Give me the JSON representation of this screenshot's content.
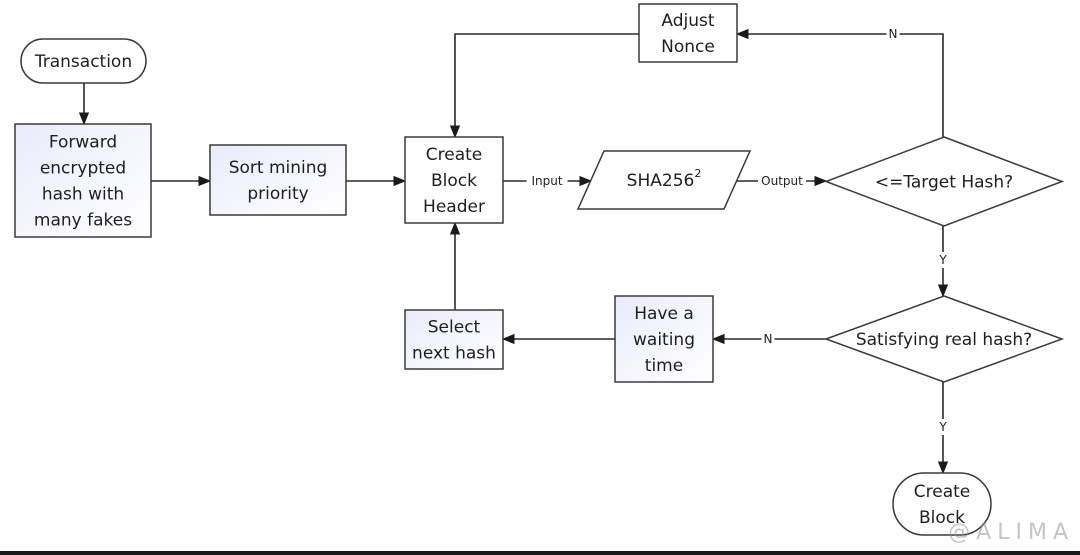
{
  "diagram": {
    "type": "flowchart",
    "colors": {
      "stroke": "#3a3a3a",
      "process_fill_top": "#eef0fb",
      "process_fill_bottom": "#ffffff",
      "plain_fill": "#ffffff",
      "text": "#1f1f1f"
    },
    "nodes": {
      "transaction": {
        "shape": "terminator",
        "lines": [
          "Transaction"
        ]
      },
      "forward": {
        "shape": "process",
        "lines": [
          "Forward",
          "encrypted",
          "hash with",
          "many fakes"
        ]
      },
      "sort": {
        "shape": "process",
        "lines": [
          "Sort mining",
          "priority"
        ]
      },
      "create_header": {
        "shape": "process-plain",
        "lines": [
          "Create",
          "Block",
          "Header"
        ]
      },
      "sha": {
        "shape": "data",
        "lines": [
          "SHA256"
        ],
        "superscript": "2"
      },
      "target": {
        "shape": "decision",
        "lines": [
          "<=Target Hash?"
        ]
      },
      "adjust": {
        "shape": "process-plain",
        "lines": [
          "Adjust",
          "Nonce"
        ]
      },
      "satisfy": {
        "shape": "decision",
        "lines": [
          "Satisfying real hash?"
        ]
      },
      "wait": {
        "shape": "process",
        "lines": [
          "Have a",
          "waiting",
          "time"
        ]
      },
      "select": {
        "shape": "process",
        "lines": [
          "Select",
          "next hash"
        ]
      },
      "create_block": {
        "shape": "terminator",
        "lines": [
          "Create",
          "Block"
        ]
      }
    },
    "edges": [
      {
        "from": "transaction",
        "to": "forward",
        "label": ""
      },
      {
        "from": "forward",
        "to": "sort",
        "label": ""
      },
      {
        "from": "sort",
        "to": "create_header",
        "label": ""
      },
      {
        "from": "create_header",
        "to": "sha",
        "label": "Input"
      },
      {
        "from": "sha",
        "to": "target",
        "label": "Output"
      },
      {
        "from": "target",
        "to": "adjust",
        "label": "N"
      },
      {
        "from": "adjust",
        "to": "create_header",
        "label": ""
      },
      {
        "from": "target",
        "to": "satisfy",
        "label": "Y"
      },
      {
        "from": "satisfy",
        "to": "wait",
        "label": "N"
      },
      {
        "from": "wait",
        "to": "select",
        "label": ""
      },
      {
        "from": "select",
        "to": "create_header",
        "label": ""
      },
      {
        "from": "satisfy",
        "to": "create_block",
        "label": "Y"
      }
    ]
  },
  "watermark": "@ALIMA"
}
